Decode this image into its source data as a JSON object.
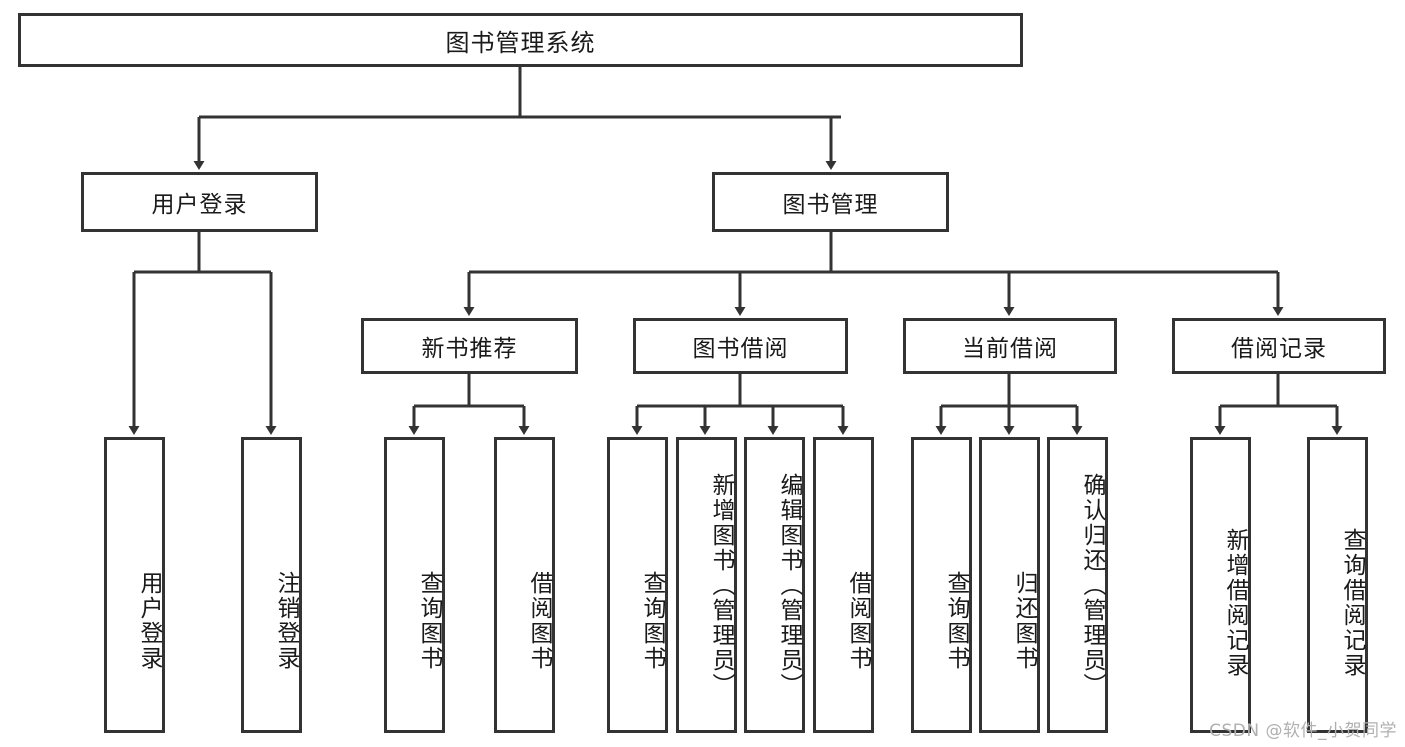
{
  "diagram": {
    "title": "图书管理系统",
    "type": "tree",
    "colors": {
      "border": "#333333",
      "background": "#ffffff",
      "text": "#1a1a1a",
      "watermark": "#b0b0b0"
    },
    "root": {
      "label": "图书管理系统"
    },
    "level2": [
      {
        "label": "用户登录"
      },
      {
        "label": "图书管理"
      }
    ],
    "level3": [
      {
        "label": "新书推荐"
      },
      {
        "label": "图书借阅"
      },
      {
        "label": "当前借阅"
      },
      {
        "label": "借阅记录"
      }
    ],
    "leaves": {
      "user_login": [
        {
          "label": "用户登录"
        },
        {
          "label": "注销登录"
        }
      ],
      "new_book_recommend": [
        {
          "label": "查询图书"
        },
        {
          "label": "借阅图书"
        }
      ],
      "book_borrow": [
        {
          "label": "查询图书"
        },
        {
          "label": "新增图书（管理员）"
        },
        {
          "label": "编辑图书（管理员）"
        },
        {
          "label": "借阅图书"
        }
      ],
      "current_borrow": [
        {
          "label": "查询图书"
        },
        {
          "label": "归还图书"
        },
        {
          "label": "确认归还（管理员）"
        }
      ],
      "borrow_record": [
        {
          "label": "新增借阅记录"
        },
        {
          "label": "查询借阅记录"
        }
      ]
    }
  },
  "watermark": {
    "text": "CSDN @软件_小贺同学"
  }
}
